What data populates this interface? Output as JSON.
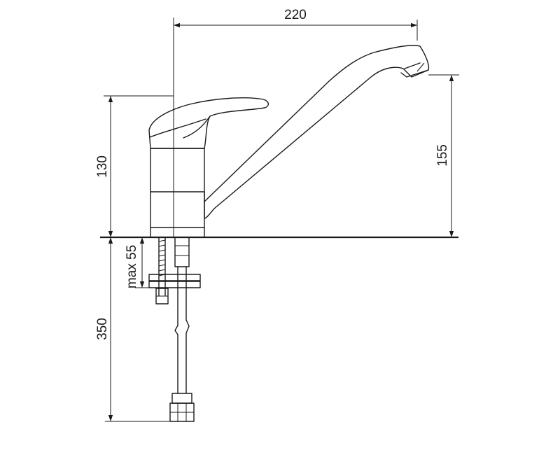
{
  "dimensions": {
    "spout_reach": "220",
    "body_height": "130",
    "spout_height": "155",
    "max_countertop": "max 55",
    "hose_length": "350"
  },
  "colors": {
    "line": "#1a1a1a",
    "background": "#ffffff"
  }
}
